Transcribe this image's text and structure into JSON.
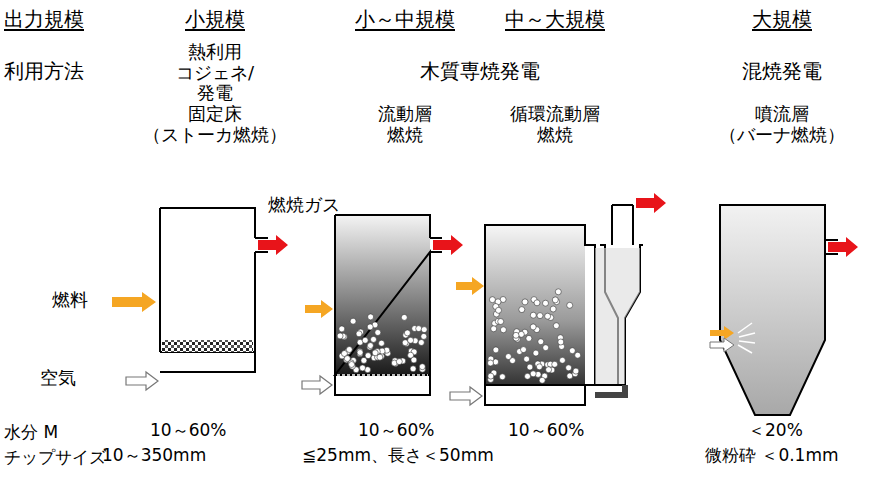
{
  "diagram": {
    "labels": [
      "出力規模",
      "小規模",
      "小～中規模",
      "中～大規模",
      "大規模",
      "利用方法",
      "熱利用 コジェネ/発電",
      "木質専焼発電",
      "混焼発電",
      "固定床 （ストーカ燃焼）",
      "流動層 燃焼",
      "循環流動層 燃焼",
      "噴流層 （バーナ燃焼）",
      "燃焼ガス",
      "燃料",
      "空気",
      "水分 M",
      "10～60%",
      "10～60%",
      "10～60%",
      "＜20%",
      "チップサイズ",
      "10～350mm",
      "≦25mm、長さ＜50mm",
      "微粉砕 ＜0.1mm"
    ]
  }
}
